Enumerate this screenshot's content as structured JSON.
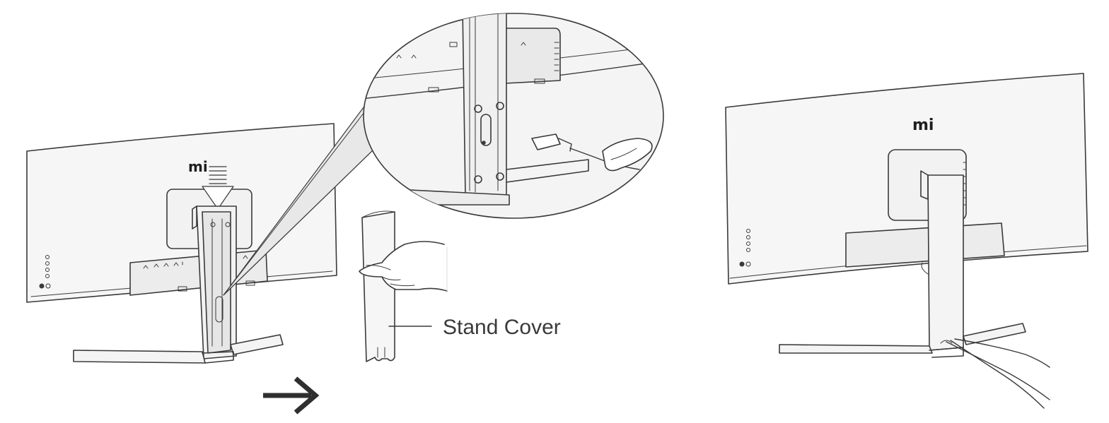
{
  "figure": {
    "brand_logo_left": "mi",
    "brand_logo_right": "mi",
    "callout_label": "Stand Cover",
    "colors": {
      "line": "#3a3a3a",
      "light_fill": "#f4f4f4",
      "shade_fill": "#e6e6e6",
      "magnify_fill": "#ececec"
    }
  }
}
